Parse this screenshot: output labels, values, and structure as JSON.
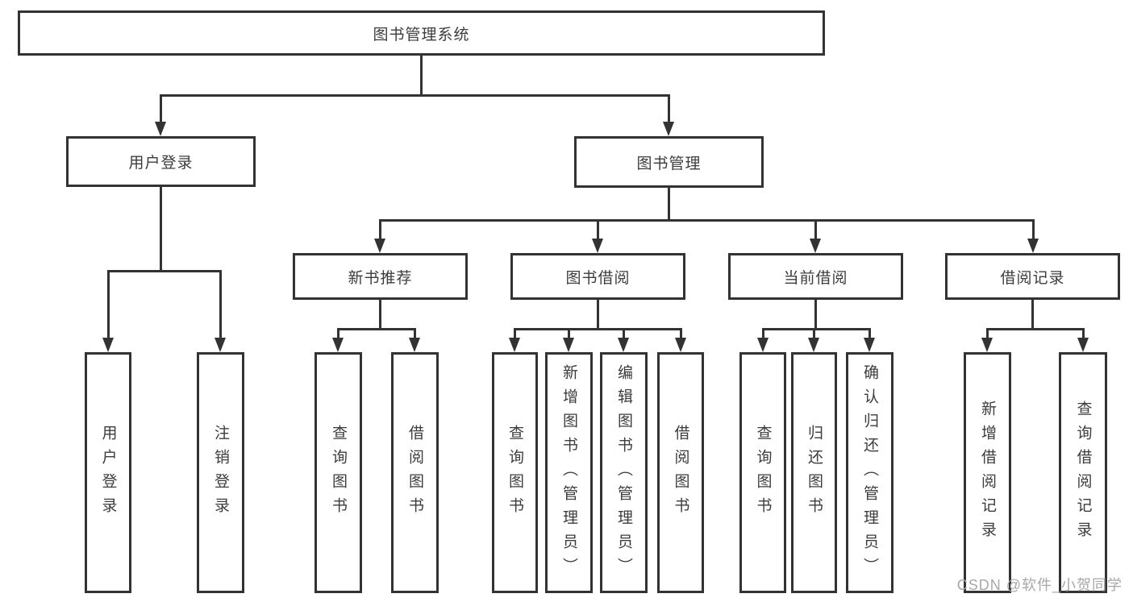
{
  "diagram": {
    "root": {
      "label": "图书管理系统"
    },
    "level2": [
      {
        "id": "user-login",
        "label": "用户登录"
      },
      {
        "id": "book-management",
        "label": "图书管理"
      }
    ],
    "level3": [
      {
        "id": "new-book-recommend",
        "label": "新书推荐"
      },
      {
        "id": "book-borrowing",
        "label": "图书借阅"
      },
      {
        "id": "current-borrowing",
        "label": "当前借阅"
      },
      {
        "id": "borrowing-records",
        "label": "借阅记录"
      }
    ],
    "leaves": {
      "user_login": [
        {
          "label": "用户登录"
        },
        {
          "label": "注销登录"
        }
      ],
      "new_book": [
        {
          "label": "查询图书"
        },
        {
          "label": "借阅图书"
        }
      ],
      "borrowing": [
        {
          "label": "查询图书"
        },
        {
          "label": "新增图书（管理员）"
        },
        {
          "label": "编辑图书（管理员）"
        },
        {
          "label": "借阅图书"
        }
      ],
      "current": [
        {
          "label": "查询图书"
        },
        {
          "label": "归还图书"
        },
        {
          "label": "确认归还（管理员）"
        }
      ],
      "records": [
        {
          "label": "新增借阅记录"
        },
        {
          "label": "查询借阅记录"
        }
      ]
    }
  },
  "colors": {
    "line": "#333333",
    "text": "#3c3c3c",
    "background": "#ffffff",
    "watermark": "#a8a8a8"
  },
  "watermark": {
    "text": "CSDN @软件_小贺同学"
  }
}
